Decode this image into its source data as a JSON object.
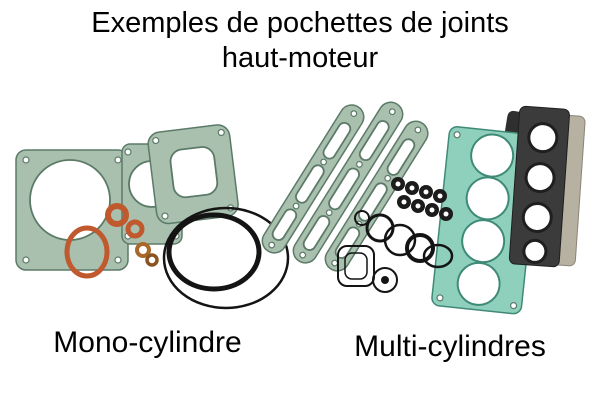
{
  "title": {
    "line1": "Exemples de pochettes de joints",
    "line2": "haut-moteur"
  },
  "captions": {
    "left": "Mono-cylindre",
    "right": "Multi-cylindres"
  },
  "colors": {
    "background": "#ffffff",
    "text": "#000000",
    "gasket_green": "#a9c0ae",
    "gasket_green_edge": "#5c7a68",
    "gasket_teal": "#8fd0bd",
    "gasket_teal_edge": "#3f8a77",
    "oring_orange": "#c05a2e",
    "copper_washer": "#a9682a",
    "oring_black": "#141414",
    "gasket_dark": "#3b3b3b",
    "gasket_tan": "#b7b1a2"
  }
}
